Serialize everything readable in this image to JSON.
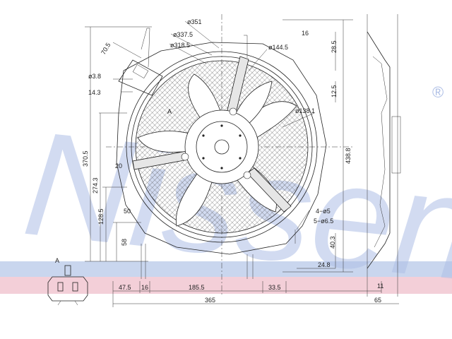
{
  "watermark": {
    "text": "Nissens",
    "mark": "®",
    "color": "#aebfe6"
  },
  "view_label": "A",
  "callout_label": "A",
  "dimensions": {
    "d351": "ø351",
    "d337_5": "ø337.5",
    "d318_5": "ø318.5",
    "d144_5": "ø144.5",
    "d138_1": "ø138.1",
    "d3_8": "ø3.8",
    "a70_5": "70.5",
    "a14_3": "14.3",
    "h370_5": "370.5",
    "h274_3": "274.3",
    "h128_5": "128.5",
    "v20": "20",
    "v50": "50",
    "v58": "58",
    "v16_top": "16",
    "v28_5": "28.5",
    "v12_5": "12.5",
    "h438_8": "438.8",
    "holes1": "4−ø5",
    "holes2": "5−ø6.5",
    "v40_3": "40.3",
    "h24_8": "24.8",
    "b47_5": "47.5",
    "b16": "16",
    "b185_5": "185.5",
    "b33_5": "33.5",
    "b365": "365",
    "b11": "11",
    "b65": "65"
  },
  "colors": {
    "band_blue": "#c9d6ee",
    "band_pink": "#f3cfd8",
    "line": "#222222"
  }
}
